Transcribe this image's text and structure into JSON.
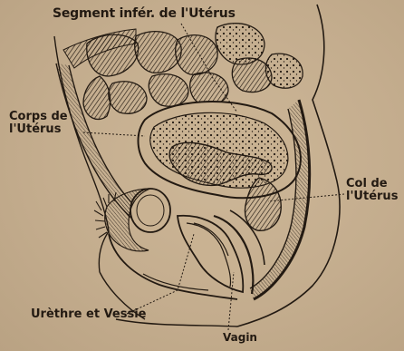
{
  "figure": {
    "labels": {
      "segment_inferieur": "Segment infér. de l'Utérus",
      "corps_line1": "Corps de",
      "corps_line2": "l'Utérus",
      "col_line1": "Col de",
      "col_line2": "l'Utérus",
      "urethre_vessie": "Urèthre et Vessie",
      "vagin": "Vagin"
    },
    "colors": {
      "paper": "#c2ab8c",
      "ink": "#231a12"
    }
  }
}
